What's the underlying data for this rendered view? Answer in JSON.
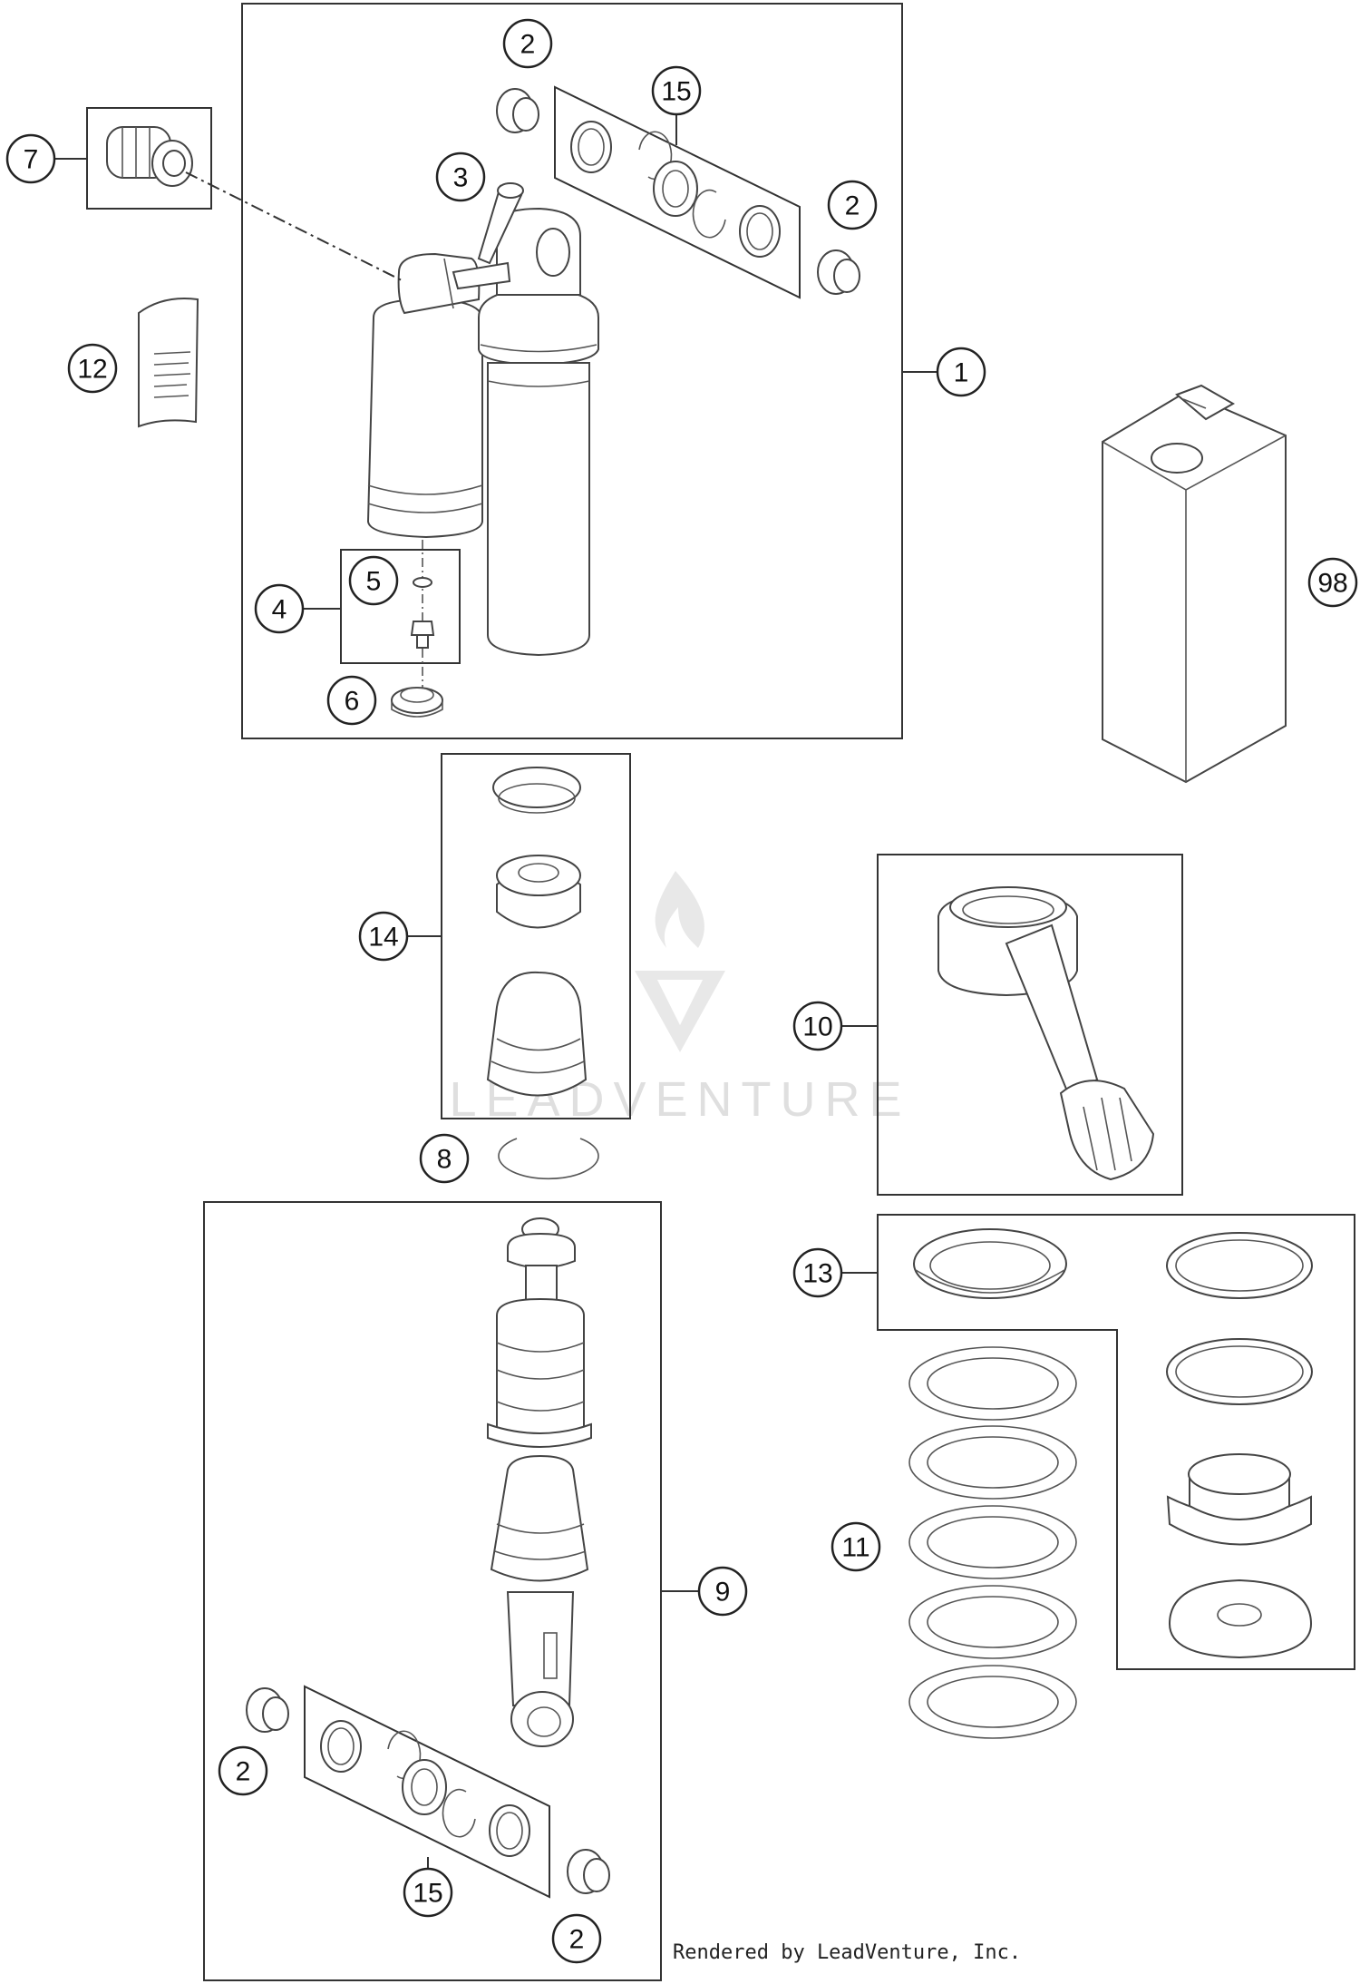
{
  "diagram": {
    "callouts": [
      {
        "id": "c1",
        "label": "1"
      },
      {
        "id": "c2a",
        "label": "2"
      },
      {
        "id": "c2b",
        "label": "2"
      },
      {
        "id": "c2c",
        "label": "2"
      },
      {
        "id": "c2d",
        "label": "2"
      },
      {
        "id": "c3",
        "label": "3"
      },
      {
        "id": "c4",
        "label": "4"
      },
      {
        "id": "c5",
        "label": "5"
      },
      {
        "id": "c6",
        "label": "6"
      },
      {
        "id": "c7",
        "label": "7"
      },
      {
        "id": "c8",
        "label": "8"
      },
      {
        "id": "c9",
        "label": "9"
      },
      {
        "id": "c10",
        "label": "10"
      },
      {
        "id": "c11",
        "label": "11"
      },
      {
        "id": "c12",
        "label": "12"
      },
      {
        "id": "c13",
        "label": "13"
      },
      {
        "id": "c14",
        "label": "14"
      },
      {
        "id": "c15a",
        "label": "15"
      },
      {
        "id": "c15b",
        "label": "15"
      },
      {
        "id": "c98",
        "label": "98"
      }
    ],
    "watermark": "LEADVENTURE",
    "credit": "Rendered by LeadVenture, Inc."
  }
}
